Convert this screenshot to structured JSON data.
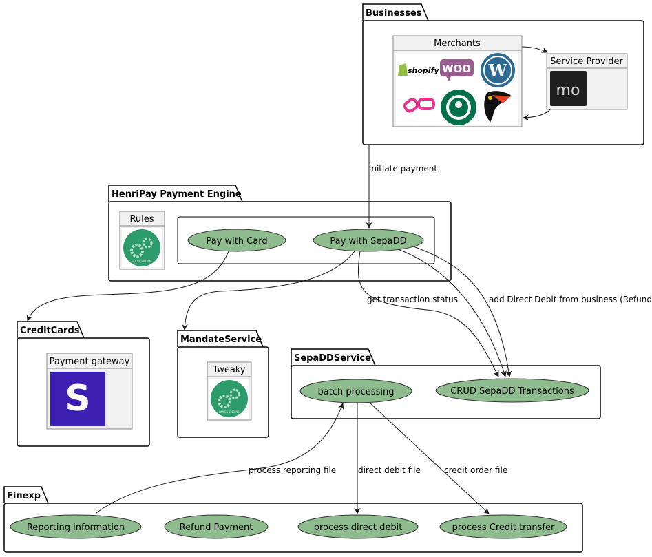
{
  "packages": {
    "businesses": "Businesses",
    "henripay": "HenriPay Payment Engine",
    "creditcards": "CreditCards",
    "mandate": "MandateService",
    "sepadd": "SepaDDService",
    "finexp": "Finexp"
  },
  "components": {
    "merchants": "Merchants",
    "service_provider": "Service Provider",
    "rules": "Rules",
    "payment_gateway": "Payment gateway",
    "tweaky": "Tweaky"
  },
  "logos": {
    "shopify": "shopify",
    "woo": "WOO",
    "mo": "mo",
    "stripe_letter": "S",
    "rules_engine": "RULES ENGINE"
  },
  "usecases": {
    "pay_card": "Pay with Card",
    "pay_sepadd": "Pay with SepaDD",
    "batch": "batch processing",
    "crud": "CRUD SepaDD Transactions",
    "reporting": "Reporting information",
    "refund": "Refund Payment",
    "direct_debit": "process direct debit",
    "credit_transfer": "process Credit transfer"
  },
  "edges": {
    "initiate": "initiate payment",
    "get_status": "get transaction status",
    "add_dd": "add Direct Debit from business (Refund)",
    "reporting_file": "process reporting file",
    "dd_file": "direct debit file",
    "credit_file": "credit order file"
  },
  "colors": {
    "usecase_fill": "#8fbc8f",
    "component_fill": "#f1f1f1",
    "stripe_purple": "#3b1fb3",
    "rules_green": "#2e9c6a"
  }
}
